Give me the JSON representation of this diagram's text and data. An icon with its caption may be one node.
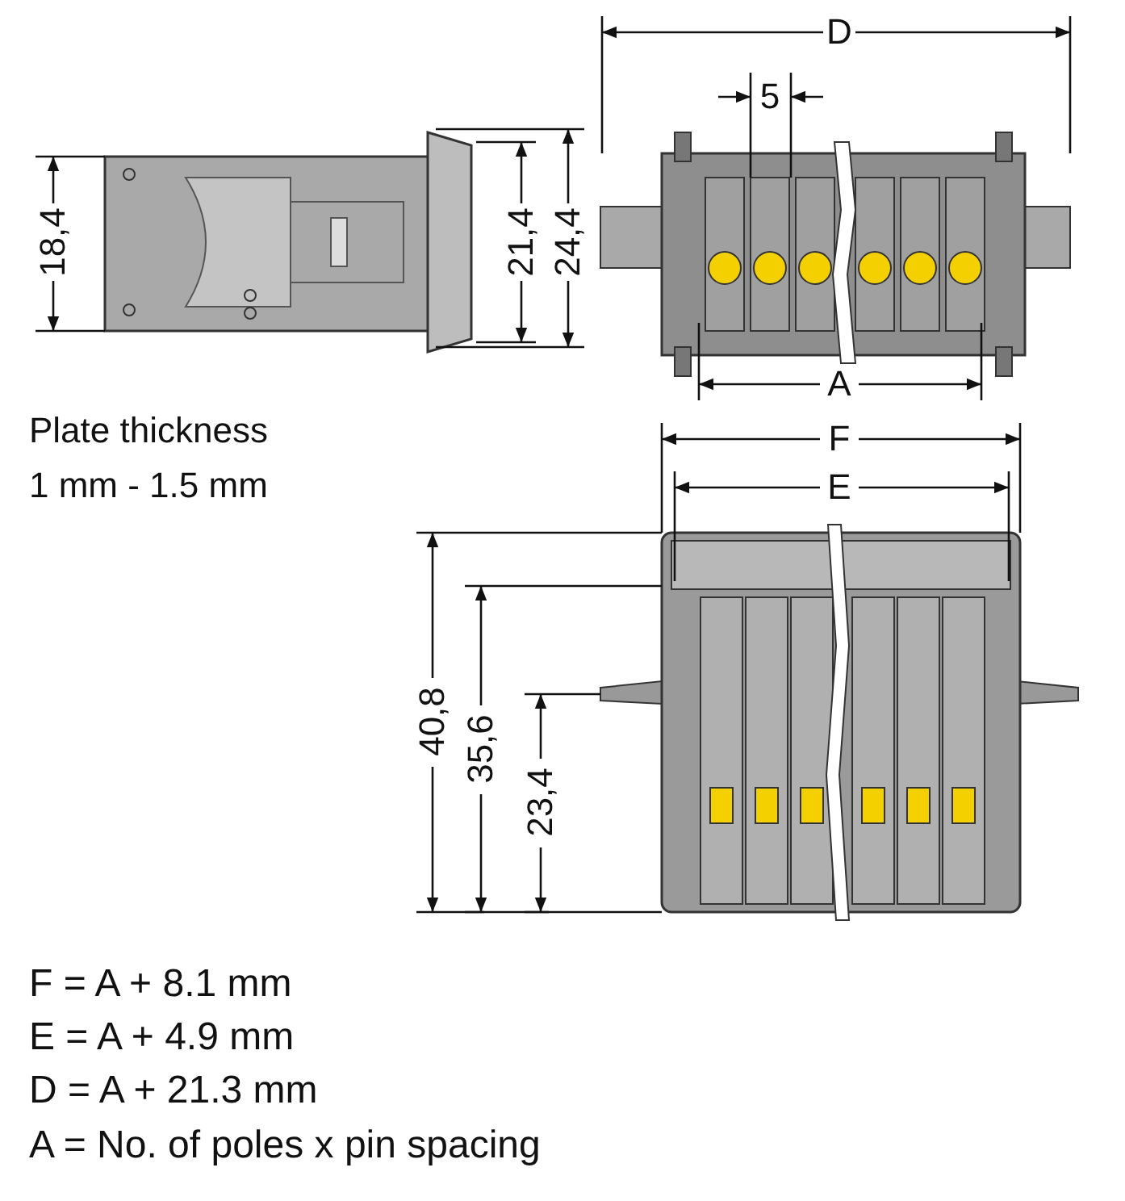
{
  "diagram": {
    "labels": [
      "D",
      "5",
      "18,4",
      "21,4",
      "24,4",
      "A",
      "Plate thickness 1 mm - 1.5 mm",
      "F",
      "E",
      "40,8",
      "35,6",
      "23,4",
      "F = A + 8.1 mm",
      "E = A + 4.9 mm",
      "D = A + 21.3 mm",
      "A = No. of poles x pin spacing"
    ]
  }
}
